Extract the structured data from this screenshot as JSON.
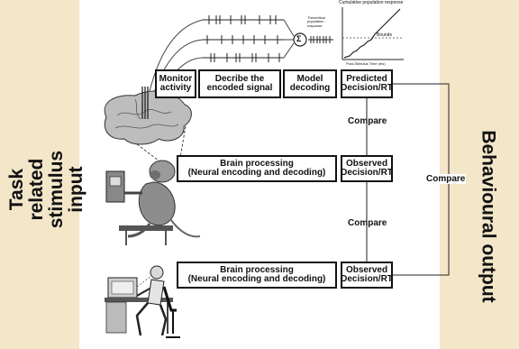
{
  "left_side_label": "Task related\nstimulus input",
  "right_side_label": "Behavioural output",
  "top_row": {
    "monitor_activity": "Monitor\nactivity",
    "describe_signal": "Decribe the\nencoded signal",
    "model_decoding": "Model\ndecoding",
    "predicted": "Predicted\nDecision/RT"
  },
  "middle_row": {
    "brain_processing": "Brain processing\n(Neural encoding and decoding)",
    "observed": "Observed\nDecision/RT"
  },
  "bottom_row": {
    "brain_processing": "Brain processing\n(Neural encoding and decoding)",
    "observed": "Observed\nDecision/RT"
  },
  "compare_labels": {
    "upper": "Compare",
    "lower": "Compare",
    "right": "Compare"
  },
  "mini_plot": {
    "title": "Cumulative population response",
    "threshold_label": "Bounds",
    "xlabel": "Post-Stimulus Time (ms)"
  },
  "sum_symbol": "Σ",
  "theoretical_response": "Theoretical\npopulation\nresponse"
}
